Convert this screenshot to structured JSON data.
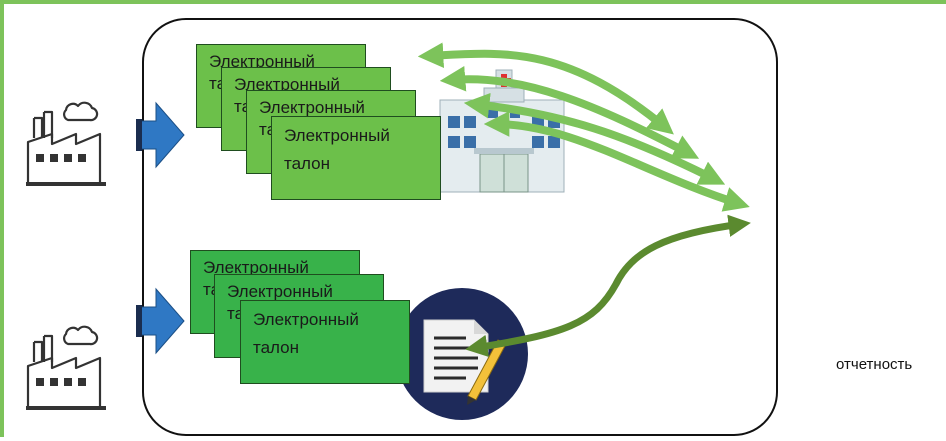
{
  "cards": {
    "line1": "Электронный",
    "line2": "талон"
  },
  "labels": {
    "reporting": "отчетность"
  },
  "icons": {
    "factory_top": "factory-icon",
    "factory_bottom": "factory-icon",
    "hospital": "hospital-building-icon",
    "document": "document-pen-icon"
  },
  "colors": {
    "frame_border": "#7dc35b",
    "top_card": "#6cc04a",
    "bottom_card": "#38b24a",
    "arrow_blue": "#2f78c4",
    "arrow_light_green": "#7dc35b",
    "arrow_dark_green": "#5b8a2f",
    "circle_navy": "#1e2a5a"
  }
}
